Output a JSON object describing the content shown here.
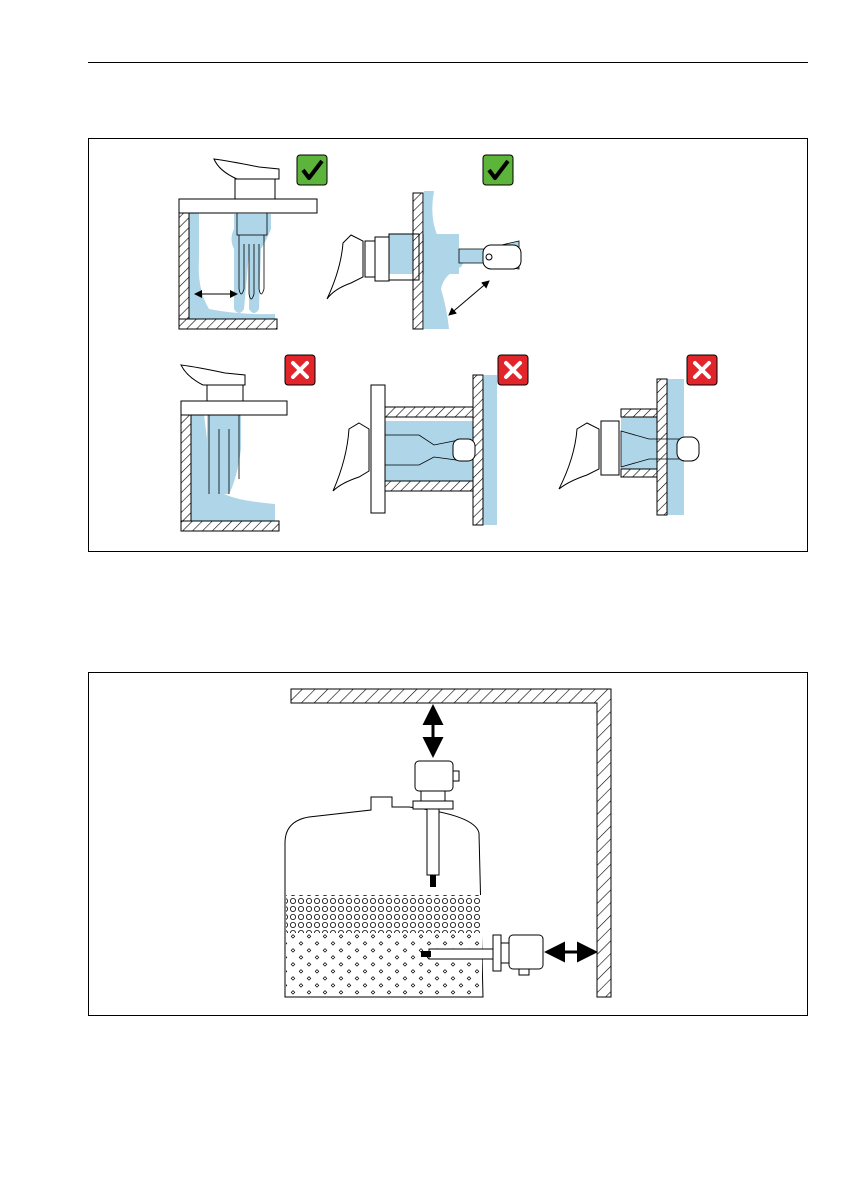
{
  "page": {
    "figures": [
      {
        "name": "installation-orientation-figure",
        "rows": 2,
        "correct_examples": 2,
        "incorrect_examples": 3
      },
      {
        "name": "installation-clearance-figure",
        "devices": 2
      }
    ]
  },
  "colors": {
    "liquid": "#aed6e8",
    "check_bg": "#5db43a",
    "cross_bg": "#e2252b",
    "stroke": "#000000"
  },
  "icons": {
    "correct": "checkmark-icon",
    "incorrect": "cross-icon"
  }
}
